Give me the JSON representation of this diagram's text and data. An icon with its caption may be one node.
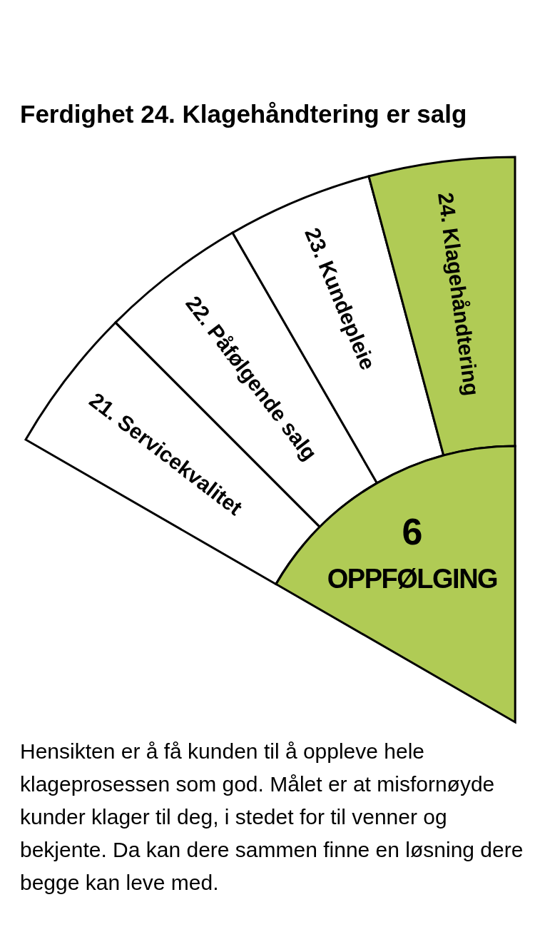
{
  "diagram": {
    "title": "Ferdighet 24. Klagehåndtering er salg",
    "nodes": [
      {
        "text": [
          "21. Servicekvalitet"
        ]
      },
      {
        "text": [
          "22. Påfølgende salg"
        ]
      },
      {
        "text": [
          "23. Kundepleie"
        ]
      },
      {
        "text": [
          "24. Klagehåndtering"
        ]
      },
      {
        "text": [
          "6",
          "OPPFØLGING"
        ]
      }
    ],
    "caption": "Hensikten er å få kunden til å oppleve hele klageprosessen som god. Målet er at misfornøyde kunder klager til deg, i stedet for til venner og bekjente. Da kan dere sammen finne en løsning dere begge kan leve med."
  }
}
